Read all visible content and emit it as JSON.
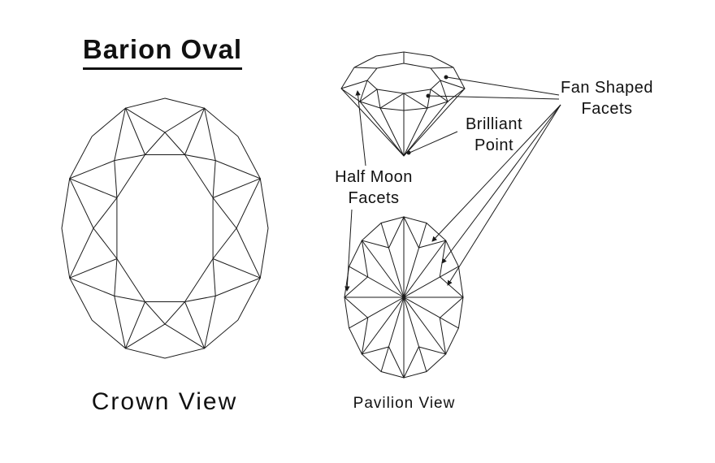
{
  "title": "Barion Oval",
  "diagram": {
    "crown_caption": "Crown View",
    "pavilion_caption": "Pavilion View"
  },
  "callouts": {
    "fan_shaped": {
      "line1": "Fan Shaped",
      "line2": "Facets"
    },
    "brilliant_point": {
      "line1": "Brilliant",
      "line2": "Point"
    },
    "half_moon": {
      "line1": "Half Moon",
      "line2": "Facets"
    }
  },
  "colors": {
    "ink": "#1a1a1a",
    "background": "#ffffff"
  }
}
